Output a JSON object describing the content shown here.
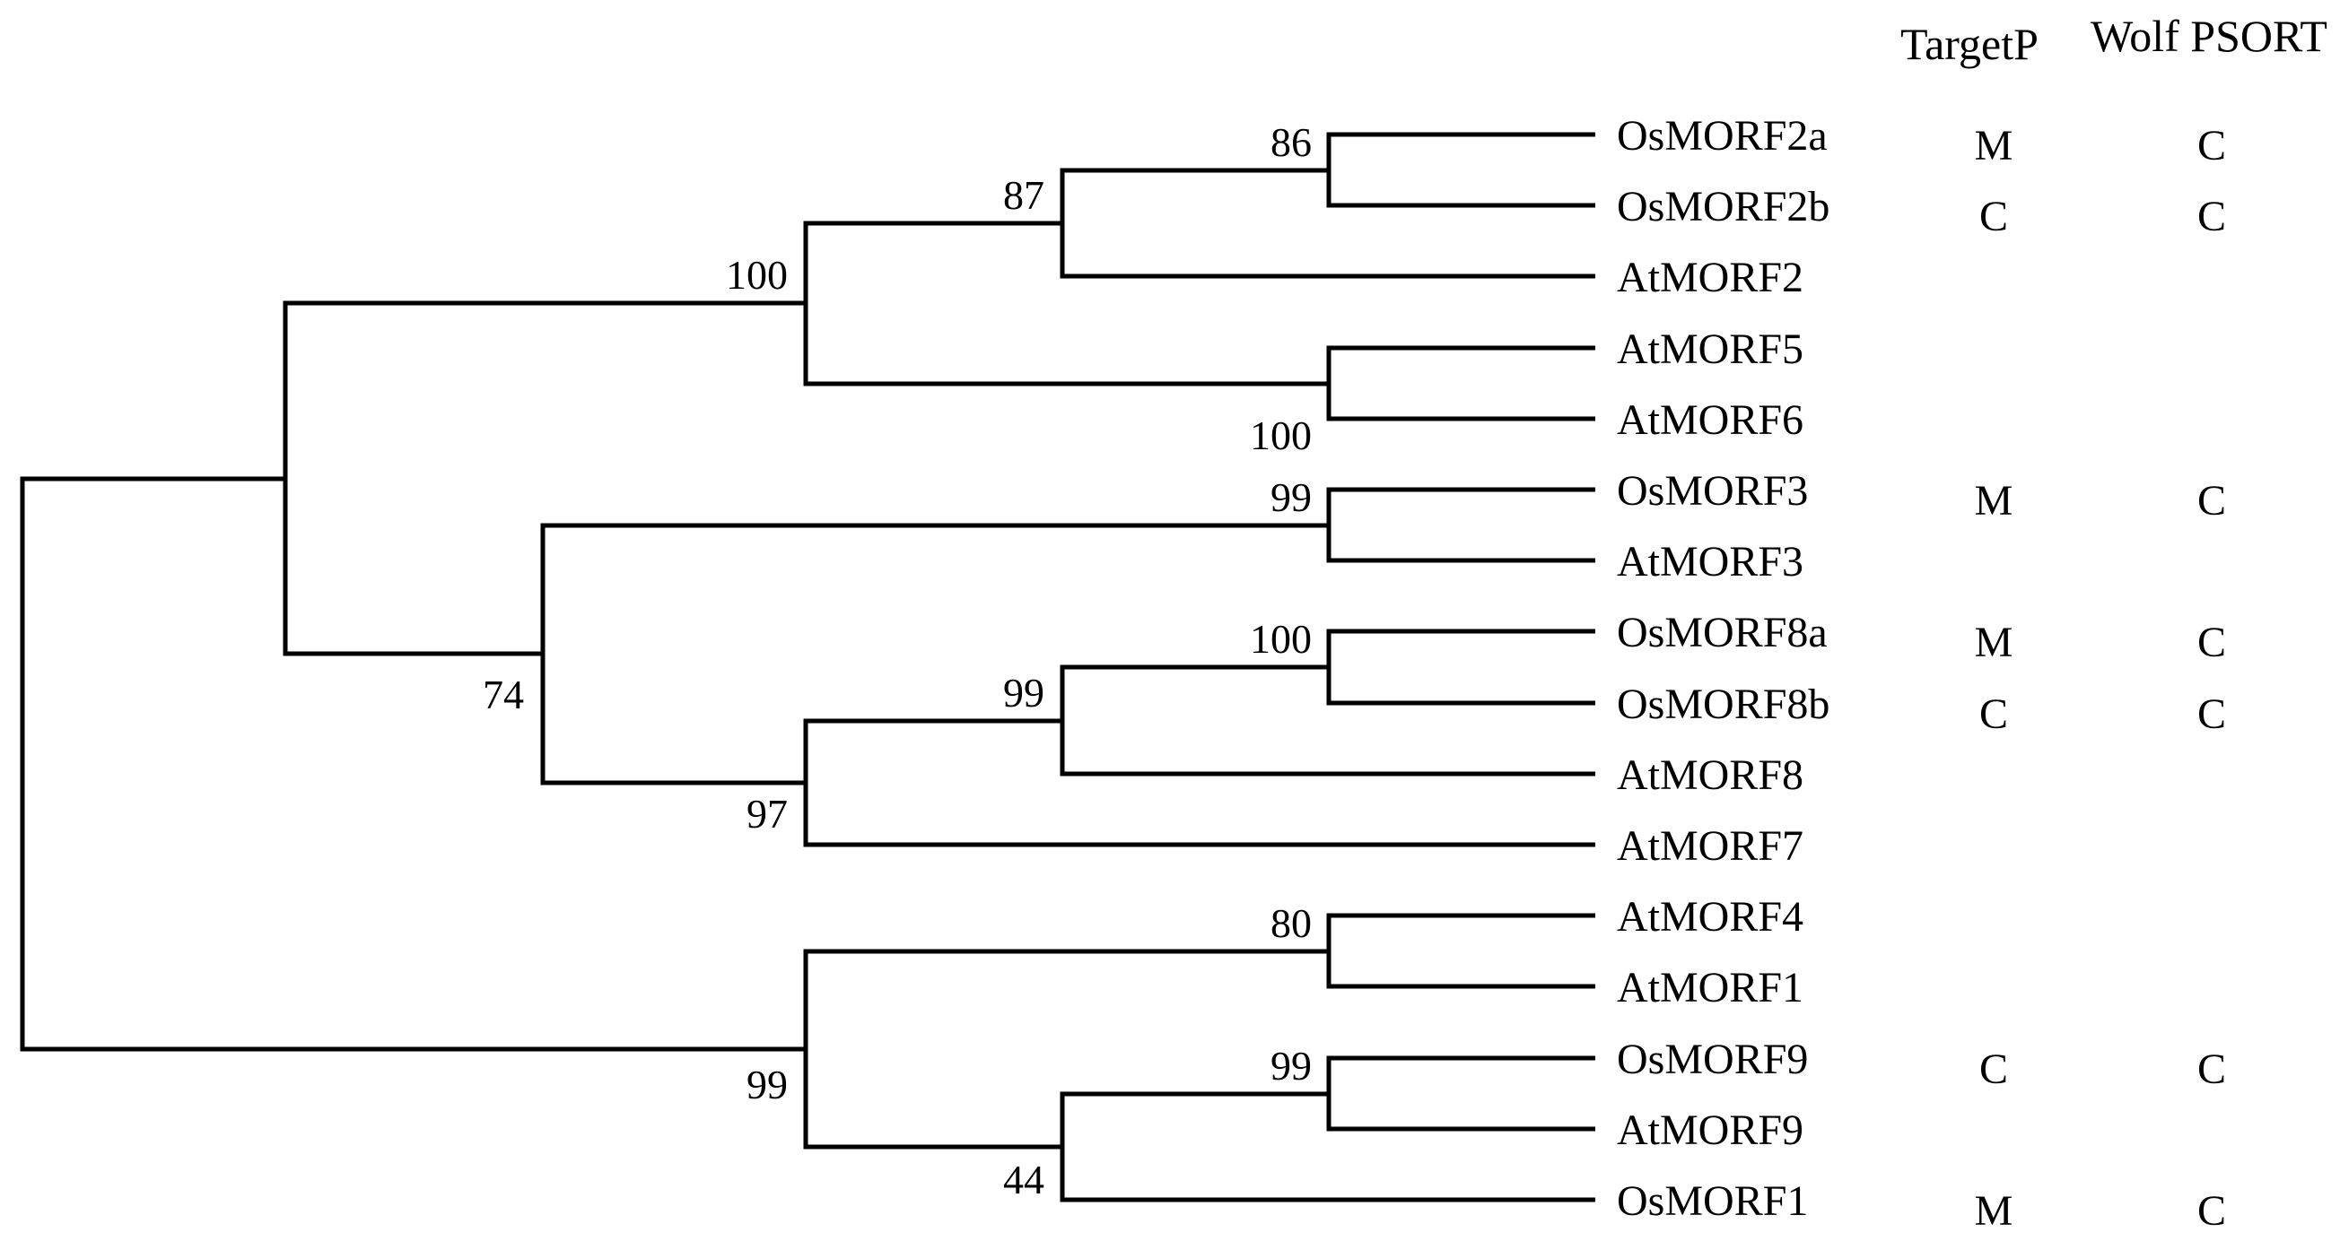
{
  "figure": {
    "kind": "phylogenetic-tree-cladogram",
    "newick": "((((((OsMORF2a,OsMORF2b)86,AtMORF2)87,(AtMORF5,AtMORF6)100)100,((OsMORF3,AtMORF3)99,(((OsMORF8a,OsMORF8b)100,AtMORF8)99,AtMORF7)97)74),((AtMORF4,AtMORF1)80,((OsMORF9,AtMORF9)99,OsMORF1)44)99);",
    "colors": {
      "background": "#ffffff",
      "line": "#000000",
      "text": "#000000"
    }
  },
  "headers": {
    "targetp": "TargetP",
    "wolf_psort": "Wolf PSORT"
  },
  "tips": [
    {
      "name": "OsMORF2a",
      "targetp": "M",
      "wolf_psort": "C"
    },
    {
      "name": "OsMORF2b",
      "targetp": "C",
      "wolf_psort": "C"
    },
    {
      "name": "AtMORF2",
      "targetp": "",
      "wolf_psort": ""
    },
    {
      "name": "AtMORF5",
      "targetp": "",
      "wolf_psort": ""
    },
    {
      "name": "AtMORF6",
      "targetp": "",
      "wolf_psort": ""
    },
    {
      "name": "OsMORF3",
      "targetp": "M",
      "wolf_psort": "C"
    },
    {
      "name": "AtMORF3",
      "targetp": "",
      "wolf_psort": ""
    },
    {
      "name": "OsMORF8a",
      "targetp": "M",
      "wolf_psort": "C"
    },
    {
      "name": "OsMORF8b",
      "targetp": "C",
      "wolf_psort": "C"
    },
    {
      "name": "AtMORF8",
      "targetp": "",
      "wolf_psort": ""
    },
    {
      "name": "AtMORF7",
      "targetp": "",
      "wolf_psort": ""
    },
    {
      "name": "AtMORF4",
      "targetp": "",
      "wolf_psort": ""
    },
    {
      "name": "AtMORF1",
      "targetp": "",
      "wolf_psort": ""
    },
    {
      "name": "OsMORF9",
      "targetp": "C",
      "wolf_psort": "C"
    },
    {
      "name": "AtMORF9",
      "targetp": "",
      "wolf_psort": ""
    },
    {
      "name": "OsMORF1",
      "targetp": "M",
      "wolf_psort": "C"
    }
  ],
  "bootstraps": [
    {
      "node": "OsMORF2a + OsMORF2b",
      "value": "86"
    },
    {
      "node": "(OsMORF2a,OsMORF2b) + AtMORF2",
      "value": "87"
    },
    {
      "node": "MORF2 clade + (AtMORF5,AtMORF6)",
      "value": "100"
    },
    {
      "node": "AtMORF5 + AtMORF6",
      "value": "100"
    },
    {
      "node": "OsMORF3 + AtMORF3",
      "value": "99"
    },
    {
      "node": "MORF3 clade + MORF8/MORF7 clade",
      "value": "74"
    },
    {
      "node": "OsMORF8a + OsMORF8b",
      "value": "100"
    },
    {
      "node": "(OsMORF8a,OsMORF8b) + AtMORF8",
      "value": "99"
    },
    {
      "node": "MORF8 clade + AtMORF7",
      "value": "97"
    },
    {
      "node": "AtMORF4 + AtMORF1",
      "value": "80"
    },
    {
      "node": "(AtMORF4,AtMORF1) + MORF9/1 clade",
      "value": "99"
    },
    {
      "node": "OsMORF9 + AtMORF9",
      "value": "99"
    },
    {
      "node": "(OsMORF9,AtMORF9) + OsMORF1",
      "value": "44"
    }
  ]
}
